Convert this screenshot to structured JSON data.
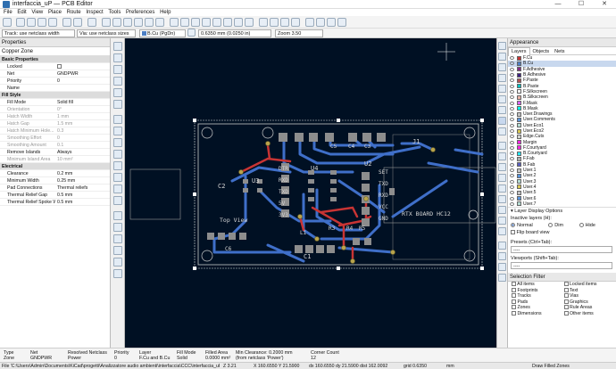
{
  "window": {
    "title": "interfaccia_uP — PCB Editor"
  },
  "menu": [
    "File",
    "Edit",
    "View",
    "Place",
    "Route",
    "Inspect",
    "Tools",
    "Preferences",
    "Help"
  ],
  "optbar": {
    "track": "Track: use netclass width",
    "via": "Via: use netclass sizes",
    "layer": "B.Cu (PgDn)",
    "grid": "0.6350 mm (0.0250 in)",
    "zoom": "Zoom 3.50"
  },
  "properties": {
    "header": "Properties",
    "subtitle": "Copper Zone",
    "rows": [
      {
        "section": "Basic Properties"
      },
      {
        "k": "Locked",
        "v": "",
        "check": true
      },
      {
        "k": "Net",
        "v": "GNDPWR"
      },
      {
        "k": "Priority",
        "v": "0"
      },
      {
        "k": "Name",
        "v": ""
      },
      {
        "section": "Fill Style"
      },
      {
        "k": "Fill Mode",
        "v": "Solid fill"
      },
      {
        "k": "Orientation",
        "v": "0°",
        "dis": true
      },
      {
        "k": "Hatch Width",
        "v": "1 mm",
        "dis": true
      },
      {
        "k": "Hatch Gap",
        "v": "1.5 mm",
        "dis": true
      },
      {
        "k": "Hatch Minimum Hole...",
        "v": "0.3",
        "dis": true
      },
      {
        "k": "Smoothing Effort",
        "v": "0",
        "dis": true
      },
      {
        "k": "Smoothing Amount",
        "v": "0.1",
        "dis": true
      },
      {
        "k": "Remove Islands",
        "v": "Always"
      },
      {
        "k": "Minimum Island Area",
        "v": "10 mm²",
        "dis": true
      },
      {
        "section": "Electrical"
      },
      {
        "k": "Clearance",
        "v": "0.2 mm"
      },
      {
        "k": "Minimum Width",
        "v": "0.25 mm"
      },
      {
        "k": "Pad Connections",
        "v": "Thermal reliefs"
      },
      {
        "k": "Thermal Relief Gap",
        "v": "0.5 mm"
      },
      {
        "k": "Thermal Relief Spoke W...",
        "v": "0.5 mm"
      }
    ]
  },
  "appearance": {
    "header": "Appearance",
    "tabs": [
      "Layers",
      "Objects",
      "Nets"
    ],
    "layers": [
      {
        "name": "F.Cu",
        "color": "#c83434"
      },
      {
        "name": "B.Cu",
        "color": "#4d7fc4",
        "selected": true
      },
      {
        "name": "F.Adhesive",
        "color": "#842d84"
      },
      {
        "name": "B.Adhesive",
        "color": "#3d2080"
      },
      {
        "name": "F.Paste",
        "color": "#b05050"
      },
      {
        "name": "B.Paste",
        "color": "#00c2c2"
      },
      {
        "name": "F.Silkscreen",
        "color": "#f0f0f0"
      },
      {
        "name": "B.Silkscreen",
        "color": "#e8b2a7"
      },
      {
        "name": "F.Mask",
        "color": "#d864ff"
      },
      {
        "name": "B.Mask",
        "color": "#02ffee"
      },
      {
        "name": "User.Drawings",
        "color": "#c2c2c2"
      },
      {
        "name": "User.Comments",
        "color": "#5994dc"
      },
      {
        "name": "User.Eco1",
        "color": "#b4dbd2"
      },
      {
        "name": "User.Eco2",
        "color": "#d8c852"
      },
      {
        "name": "Edge.Cuts",
        "color": "#d0d2cd"
      },
      {
        "name": "Margin",
        "color": "#ff26e2"
      },
      {
        "name": "F.Courtyard",
        "color": "#ff26e2"
      },
      {
        "name": "B.Courtyard",
        "color": "#26e9ff"
      },
      {
        "name": "F.Fab",
        "color": "#afafaf"
      },
      {
        "name": "B.Fab",
        "color": "#585dbe"
      },
      {
        "name": "User.1",
        "color": "#c2c2c2"
      },
      {
        "name": "User.2",
        "color": "#5994dc"
      },
      {
        "name": "User.3",
        "color": "#b4dbd2"
      },
      {
        "name": "User.4",
        "color": "#d8c852"
      },
      {
        "name": "User.5",
        "color": "#c2c2c2"
      },
      {
        "name": "User.6",
        "color": "#5994dc"
      },
      {
        "name": "User.7",
        "color": "#b4dbd2"
      }
    ],
    "layer_display": "Layer Display Options",
    "inactive_label": "Inactive layers (H):",
    "inactive_opts": [
      "Normal",
      "Dim",
      "Hide"
    ],
    "flip": "Flip board view",
    "presets_label": "Presets (Ctrl+Tab):",
    "presets_value": "----",
    "viewports_label": "Viewports (Shift+Tab):",
    "viewports_value": "----",
    "selection_filter": "Selection Filter",
    "filters": [
      "All items",
      "Locked items",
      "Footprints",
      "Text",
      "Tracks",
      "Vias",
      "Pads",
      "Graphics",
      "Zones",
      "Rule Areas",
      "Dimensions",
      "Other items"
    ]
  },
  "message_panel": [
    {
      "label": "Type",
      "value": "Zone"
    },
    {
      "label": "Net",
      "value": "GNDPWR"
    },
    {
      "label": "Resolved Netclass",
      "value": "Power"
    },
    {
      "label": "Priority",
      "value": "0"
    },
    {
      "label": "Layer",
      "value": "F.Cu and B.Cu"
    },
    {
      "label": "Fill Mode",
      "value": "Solid"
    },
    {
      "label": "Filled Area",
      "value": "0.0000 mm²"
    },
    {
      "label": "Min Clearance: 0.2000 mm",
      "value": "(from netclass 'Power')"
    },
    {
      "label": "Corner Count",
      "value": "12"
    }
  ],
  "status": {
    "file": "File 'C:\\Users\\Admin\\Documents\\KiCad\\progetti\\Analizzatore audio ambienti\\interfaccia\\CCC\\interfaccia_uP.ki...",
    "z": "Z 3.21",
    "xy": "X 160.6550  Y 21.5900",
    "dxdy": "dx 160.6550  dy 21.5900  dist 162.0092",
    "grid": "grid 0.6350",
    "unit": "mm",
    "mode": "Draw Filled Zones"
  },
  "board": {
    "labels": [
      "J1",
      "C2",
      "U3",
      "U4",
      "U2",
      "C1",
      "Top View",
      "RTX BOARD HC12",
      "SET",
      "TXD",
      "RXD",
      "VCC",
      "GND",
      "DTR",
      "RXD",
      "TXD",
      "5V",
      "3V3",
      "R3",
      "R4",
      "R5",
      "L1",
      "C5",
      "C4",
      "C3",
      "C6"
    ]
  }
}
